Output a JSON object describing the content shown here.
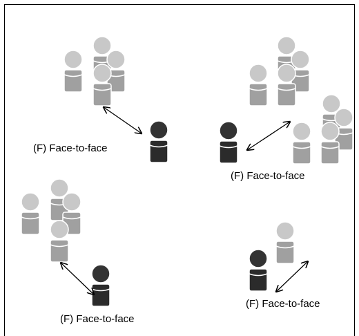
{
  "labels": {
    "top_left": "(F) Face-to-face",
    "top_right": "(F) Face-to-face",
    "bottom_left": "(F) Face-to-face",
    "bottom_right": "(F) Face-to-face"
  },
  "colors": {
    "person_light_head": "#c8c8c8",
    "person_light_body": "#a0a0a0",
    "person_dark_head": "#333333",
    "person_dark_body": "#2b2b2b",
    "outline": "#ffffff",
    "arrow": "#000000"
  },
  "icons": [
    "person-light-icon",
    "person-dark-icon",
    "double-arrow-icon"
  ]
}
